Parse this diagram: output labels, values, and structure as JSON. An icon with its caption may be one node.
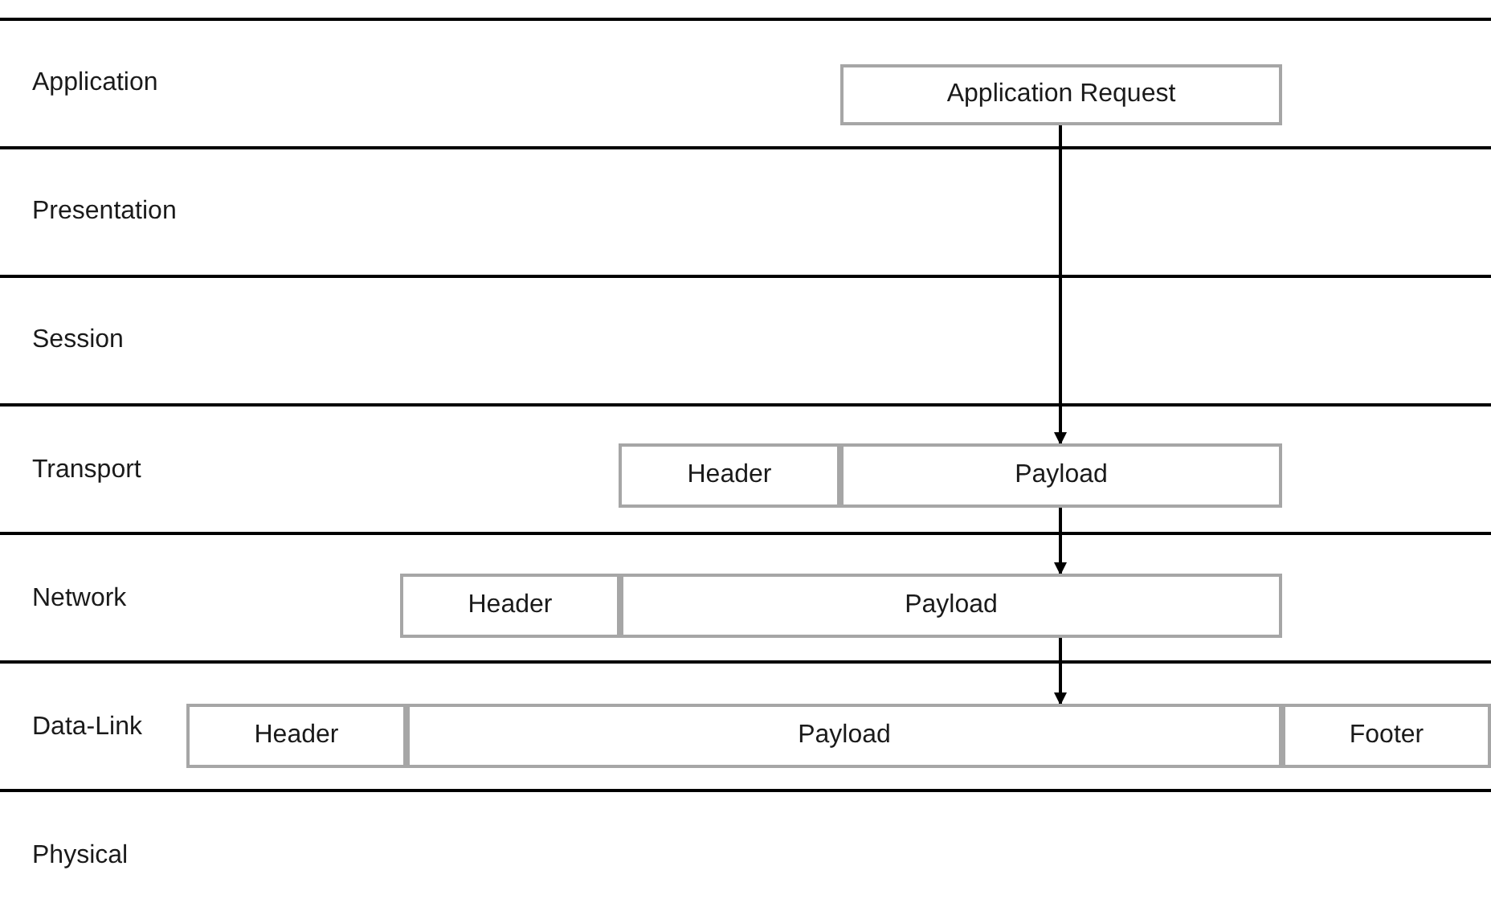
{
  "diagram": {
    "nodes": [
      {
        "text": [
          "Application Request"
        ]
      },
      {
        "text": [
          "Header"
        ]
      },
      {
        "text": [
          "Payload"
        ]
      },
      {
        "text": [
          "Header"
        ]
      },
      {
        "text": [
          "Payload"
        ]
      },
      {
        "text": [
          "Header"
        ]
      },
      {
        "text": [
          "Payload"
        ]
      },
      {
        "text": [
          "Footer"
        ]
      }
    ],
    "edges": [
      {
        "from": 0,
        "to": 2,
        "arrow": "to"
      },
      {
        "from": 2,
        "to": 4,
        "arrow": "to"
      },
      {
        "from": 4,
        "to": 6,
        "arrow": "to"
      }
    ],
    "labels": [
      "Application",
      "Presentation",
      "Session",
      "Transport",
      "Network",
      "Data-Link",
      "Physical"
    ]
  }
}
